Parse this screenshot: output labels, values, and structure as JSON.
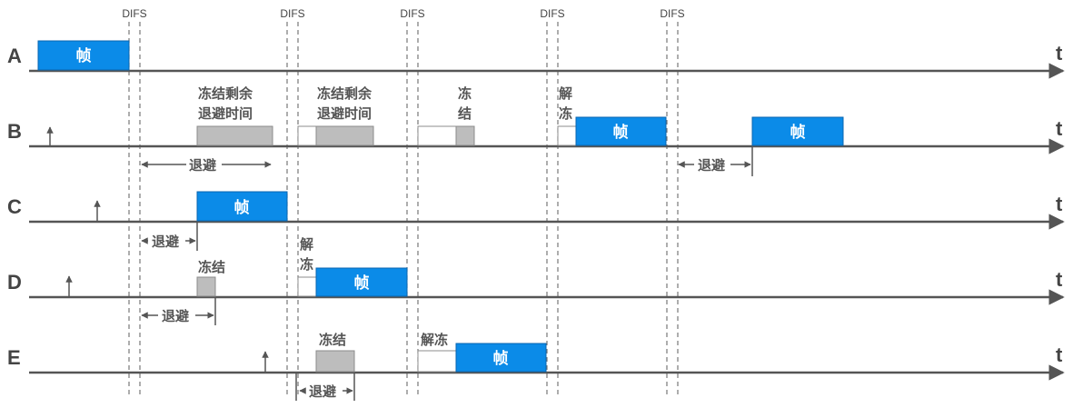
{
  "difs_label": "DIFS",
  "axis_end_label": "t",
  "frame_label": "帧",
  "backoff_label": "退避",
  "freeze_label": "冻结",
  "unfreeze_label": "解冻",
  "freeze_remaining_label_line1": "冻结剩余",
  "freeze_remaining_label_line2": "退避时间",
  "stations": [
    "A",
    "B",
    "C",
    "D",
    "E"
  ],
  "colors": {
    "frame": "#0b8be8",
    "remaining": "#bdbdbd",
    "axis": "#555555"
  }
}
